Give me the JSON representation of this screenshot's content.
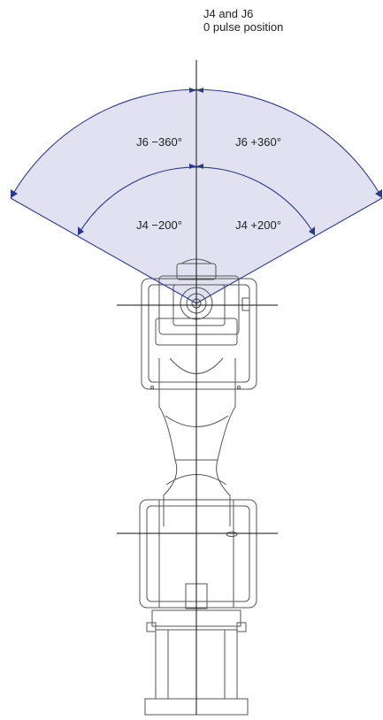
{
  "header": {
    "line1": "J4 and J6",
    "line2": "0 pulse position"
  },
  "ranges": {
    "j6_minus": "J6 −360°",
    "j6_plus": "J6 +360°",
    "j4_minus": "J4 −200°",
    "j4_plus": "J4 +200°"
  },
  "colors": {
    "sweep_fill": "#dcdcf0",
    "sweep_stroke": "#2b3a8c",
    "robot_line": "#555555",
    "axis_line": "#111111"
  }
}
